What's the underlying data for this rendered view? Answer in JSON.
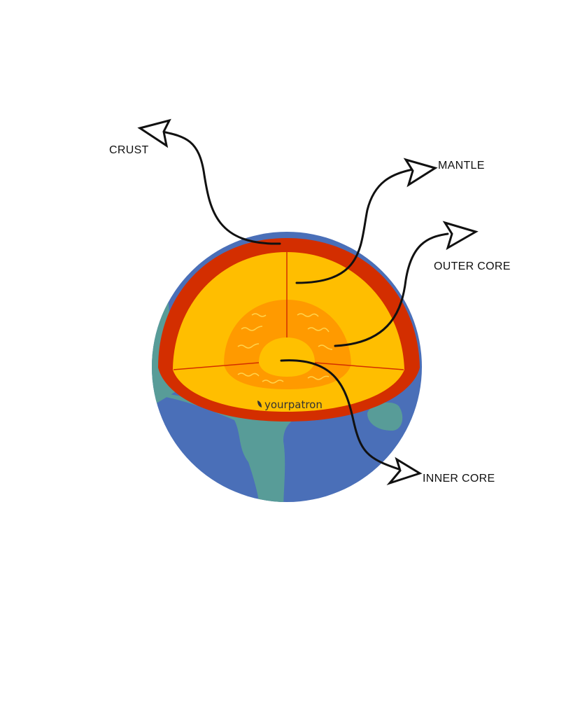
{
  "labels": {
    "crust": "CRUST",
    "mantle": "MANTLE",
    "outer_core": "OUTER CORE",
    "inner_core": "INNER CORE"
  },
  "watermark": "yourpatron",
  "colors": {
    "ocean": "#4a6fb8",
    "land": "#589c98",
    "crust": "#d32e00",
    "mantle": "#ffbe00",
    "outer_core": "#ff9a00",
    "inner_core": "#ffc000",
    "arrow": "#111111"
  }
}
